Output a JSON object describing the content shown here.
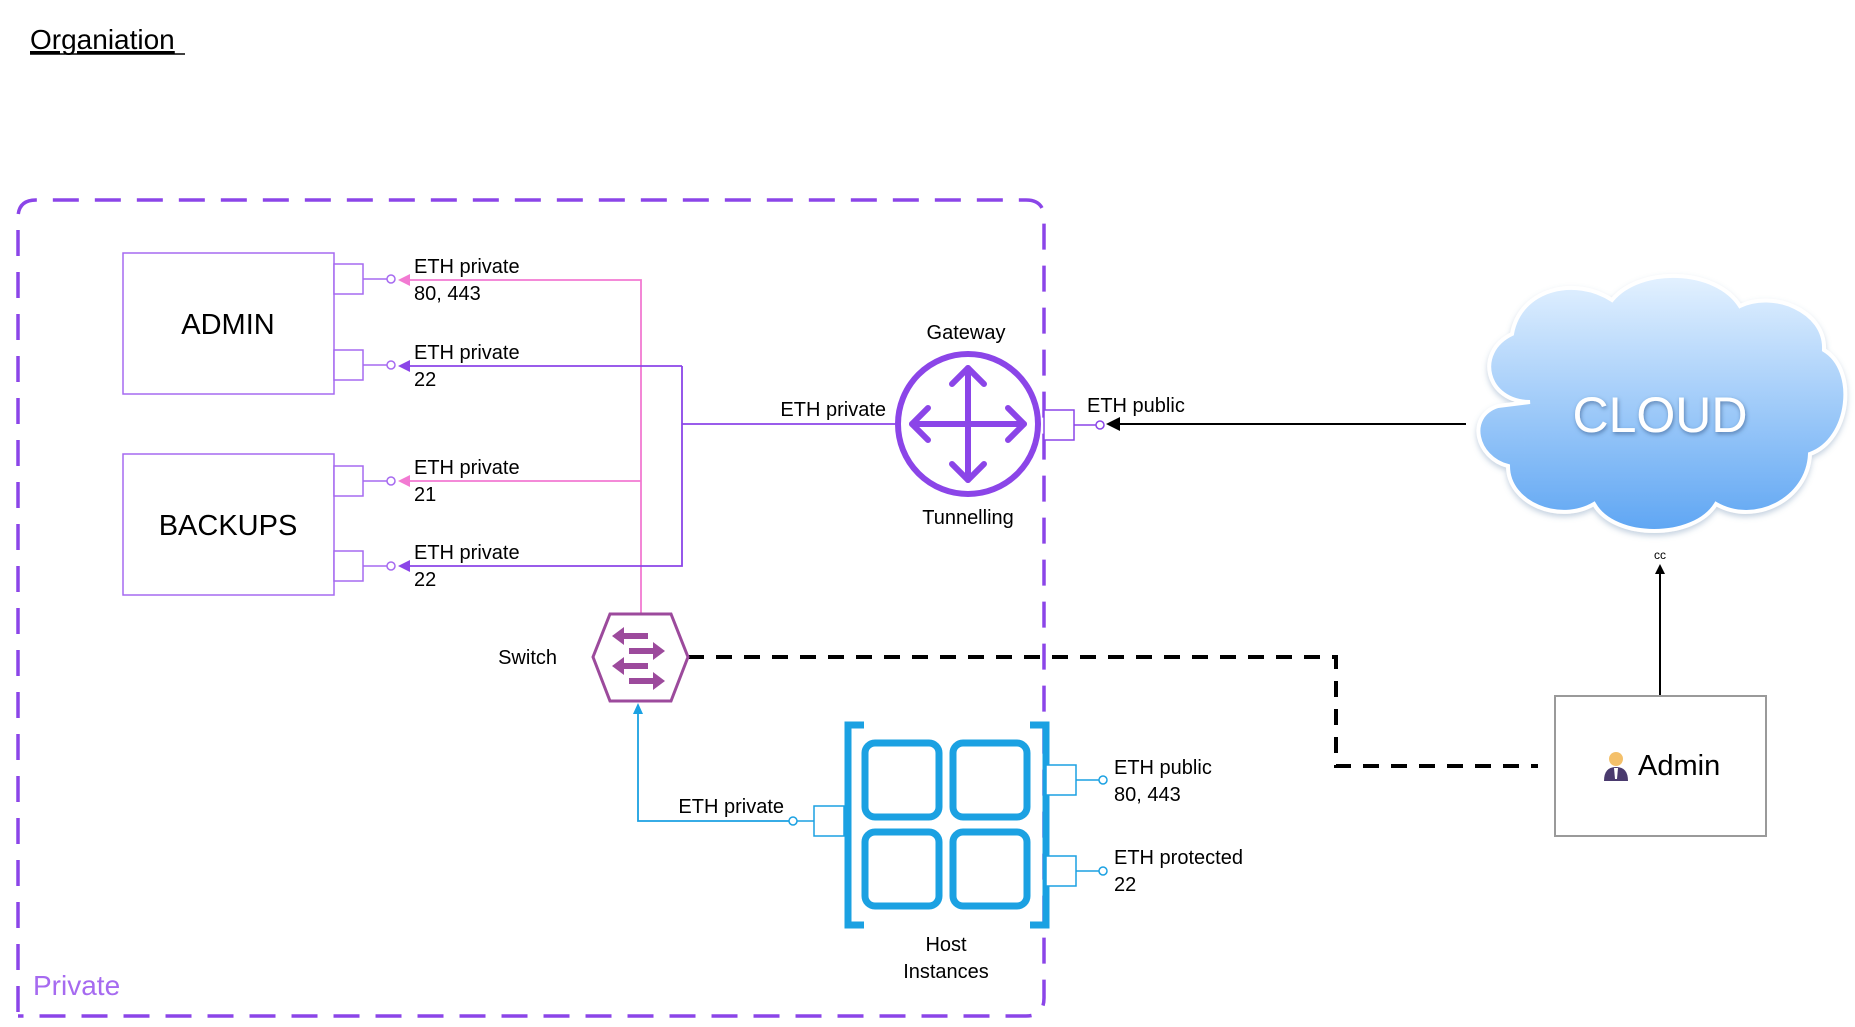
{
  "title": "Organiation",
  "region": {
    "label": "Private"
  },
  "nodes": {
    "admin_box": "ADMIN",
    "backups_box": "BACKUPS",
    "gateway_top": "Gateway",
    "gateway_bottom": "Tunnelling",
    "switch": "Switch",
    "host_line1": "Host",
    "host_line2": "Instances",
    "cloud": "CLOUD",
    "admin_user": "Admin"
  },
  "links": {
    "admin_https": {
      "name": "ETH private",
      "ports": "80, 443"
    },
    "admin_ssh": {
      "name": "ETH private",
      "ports": "22"
    },
    "backups_ftp": {
      "name": "ETH private",
      "ports": "21"
    },
    "backups_ssh": {
      "name": "ETH private",
      "ports": "22"
    },
    "gateway_private": {
      "name": "ETH private"
    },
    "gateway_public": {
      "name": "ETH public"
    },
    "host_private": {
      "name": "ETH private"
    },
    "host_public": {
      "name": "ETH public",
      "ports": "80, 443"
    },
    "host_protected": {
      "name": "ETH protected",
      "ports": "22"
    },
    "admin_cloud": {
      "name": "cc"
    }
  },
  "colors": {
    "region": "#8b45e8",
    "pink": "#f27ad2",
    "purple": "#8b45e8",
    "cyan": "#1ba1e2",
    "switch": "#9c4a9c",
    "cloud_light": "#dceeff",
    "cloud_dark": "#6aaef5"
  }
}
